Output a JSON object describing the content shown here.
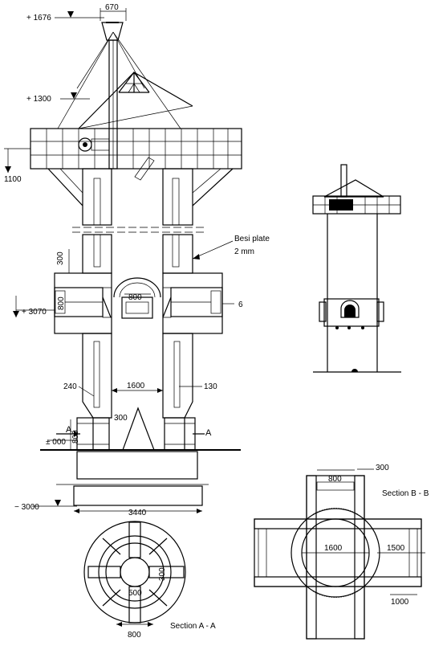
{
  "labels": {
    "top_width": "670",
    "elev_top": "+ 1676",
    "elev_1300": "+ 1300",
    "elev_1100": "1100",
    "besi_plate_line1": "Besi plate",
    "besi_plate_line2": "2 mm",
    "wall_300": "300",
    "door_800": "800",
    "port_800": "800",
    "elev_3070": "+ 3070",
    "side_6": "6",
    "inner_1600": "1600",
    "left_240": "240",
    "right_130": "130",
    "cone_300": "300",
    "left_800": "800",
    "elev_000": "± 000",
    "section_mark_left": "A",
    "section_mark_right": "A",
    "elev_minus_3000": "− 3000",
    "base_3440": "3440",
    "secA_500": "500",
    "secA_300": "300",
    "secA_800": "800",
    "secA_title": "Section A - A",
    "secB_300": "300",
    "secB_800": "800",
    "secB_title": "Section B - B",
    "secB_1600": "1600",
    "secB_1500": "1500",
    "secB_1000": "1000"
  }
}
